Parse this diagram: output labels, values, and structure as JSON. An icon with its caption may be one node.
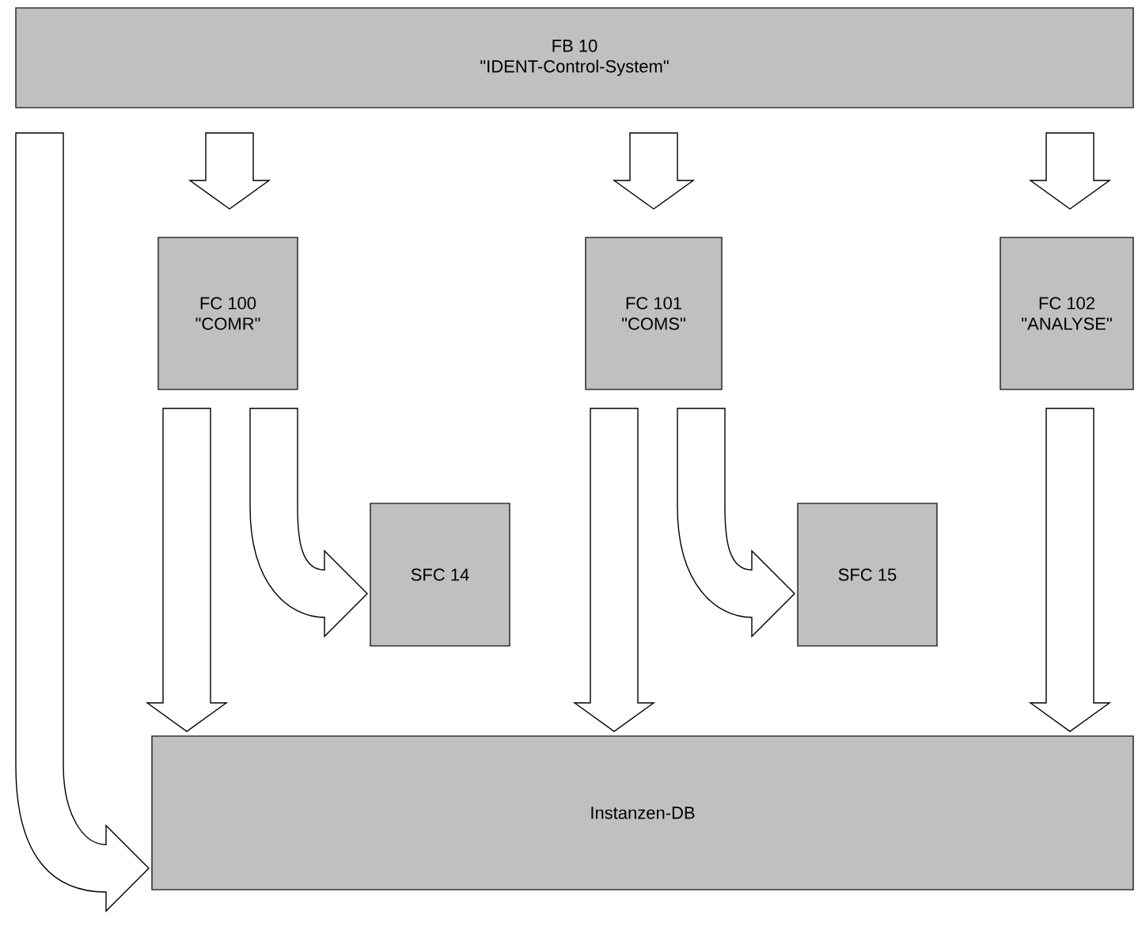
{
  "diagram": {
    "nodes": [
      {
        "text": [
          "FB 10",
          "\"IDENT-Control-System\""
        ]
      },
      {
        "text": [
          "FC 100",
          "\"COMR\""
        ]
      },
      {
        "text": [
          "FC 101",
          "\"COMS\""
        ]
      },
      {
        "text": [
          "FC 102",
          "\"ANALYSE\""
        ]
      },
      {
        "text": [
          "SFC 14"
        ]
      },
      {
        "text": [
          "SFC 15"
        ]
      },
      {
        "text": [
          "Instanzen-DB"
        ]
      }
    ],
    "edges": [
      {
        "from": 0,
        "to": 6,
        "arrow": "to"
      },
      {
        "from": 0,
        "to": 1,
        "arrow": "to"
      },
      {
        "from": 0,
        "to": 2,
        "arrow": "to"
      },
      {
        "from": 0,
        "to": 3,
        "arrow": "to"
      },
      {
        "from": 1,
        "to": 6,
        "arrow": "to"
      },
      {
        "from": 1,
        "to": 4,
        "arrow": "to"
      },
      {
        "from": 2,
        "to": 6,
        "arrow": "to"
      },
      {
        "from": 2,
        "to": 5,
        "arrow": "to"
      },
      {
        "from": 3,
        "to": 6,
        "arrow": "to"
      }
    ]
  }
}
